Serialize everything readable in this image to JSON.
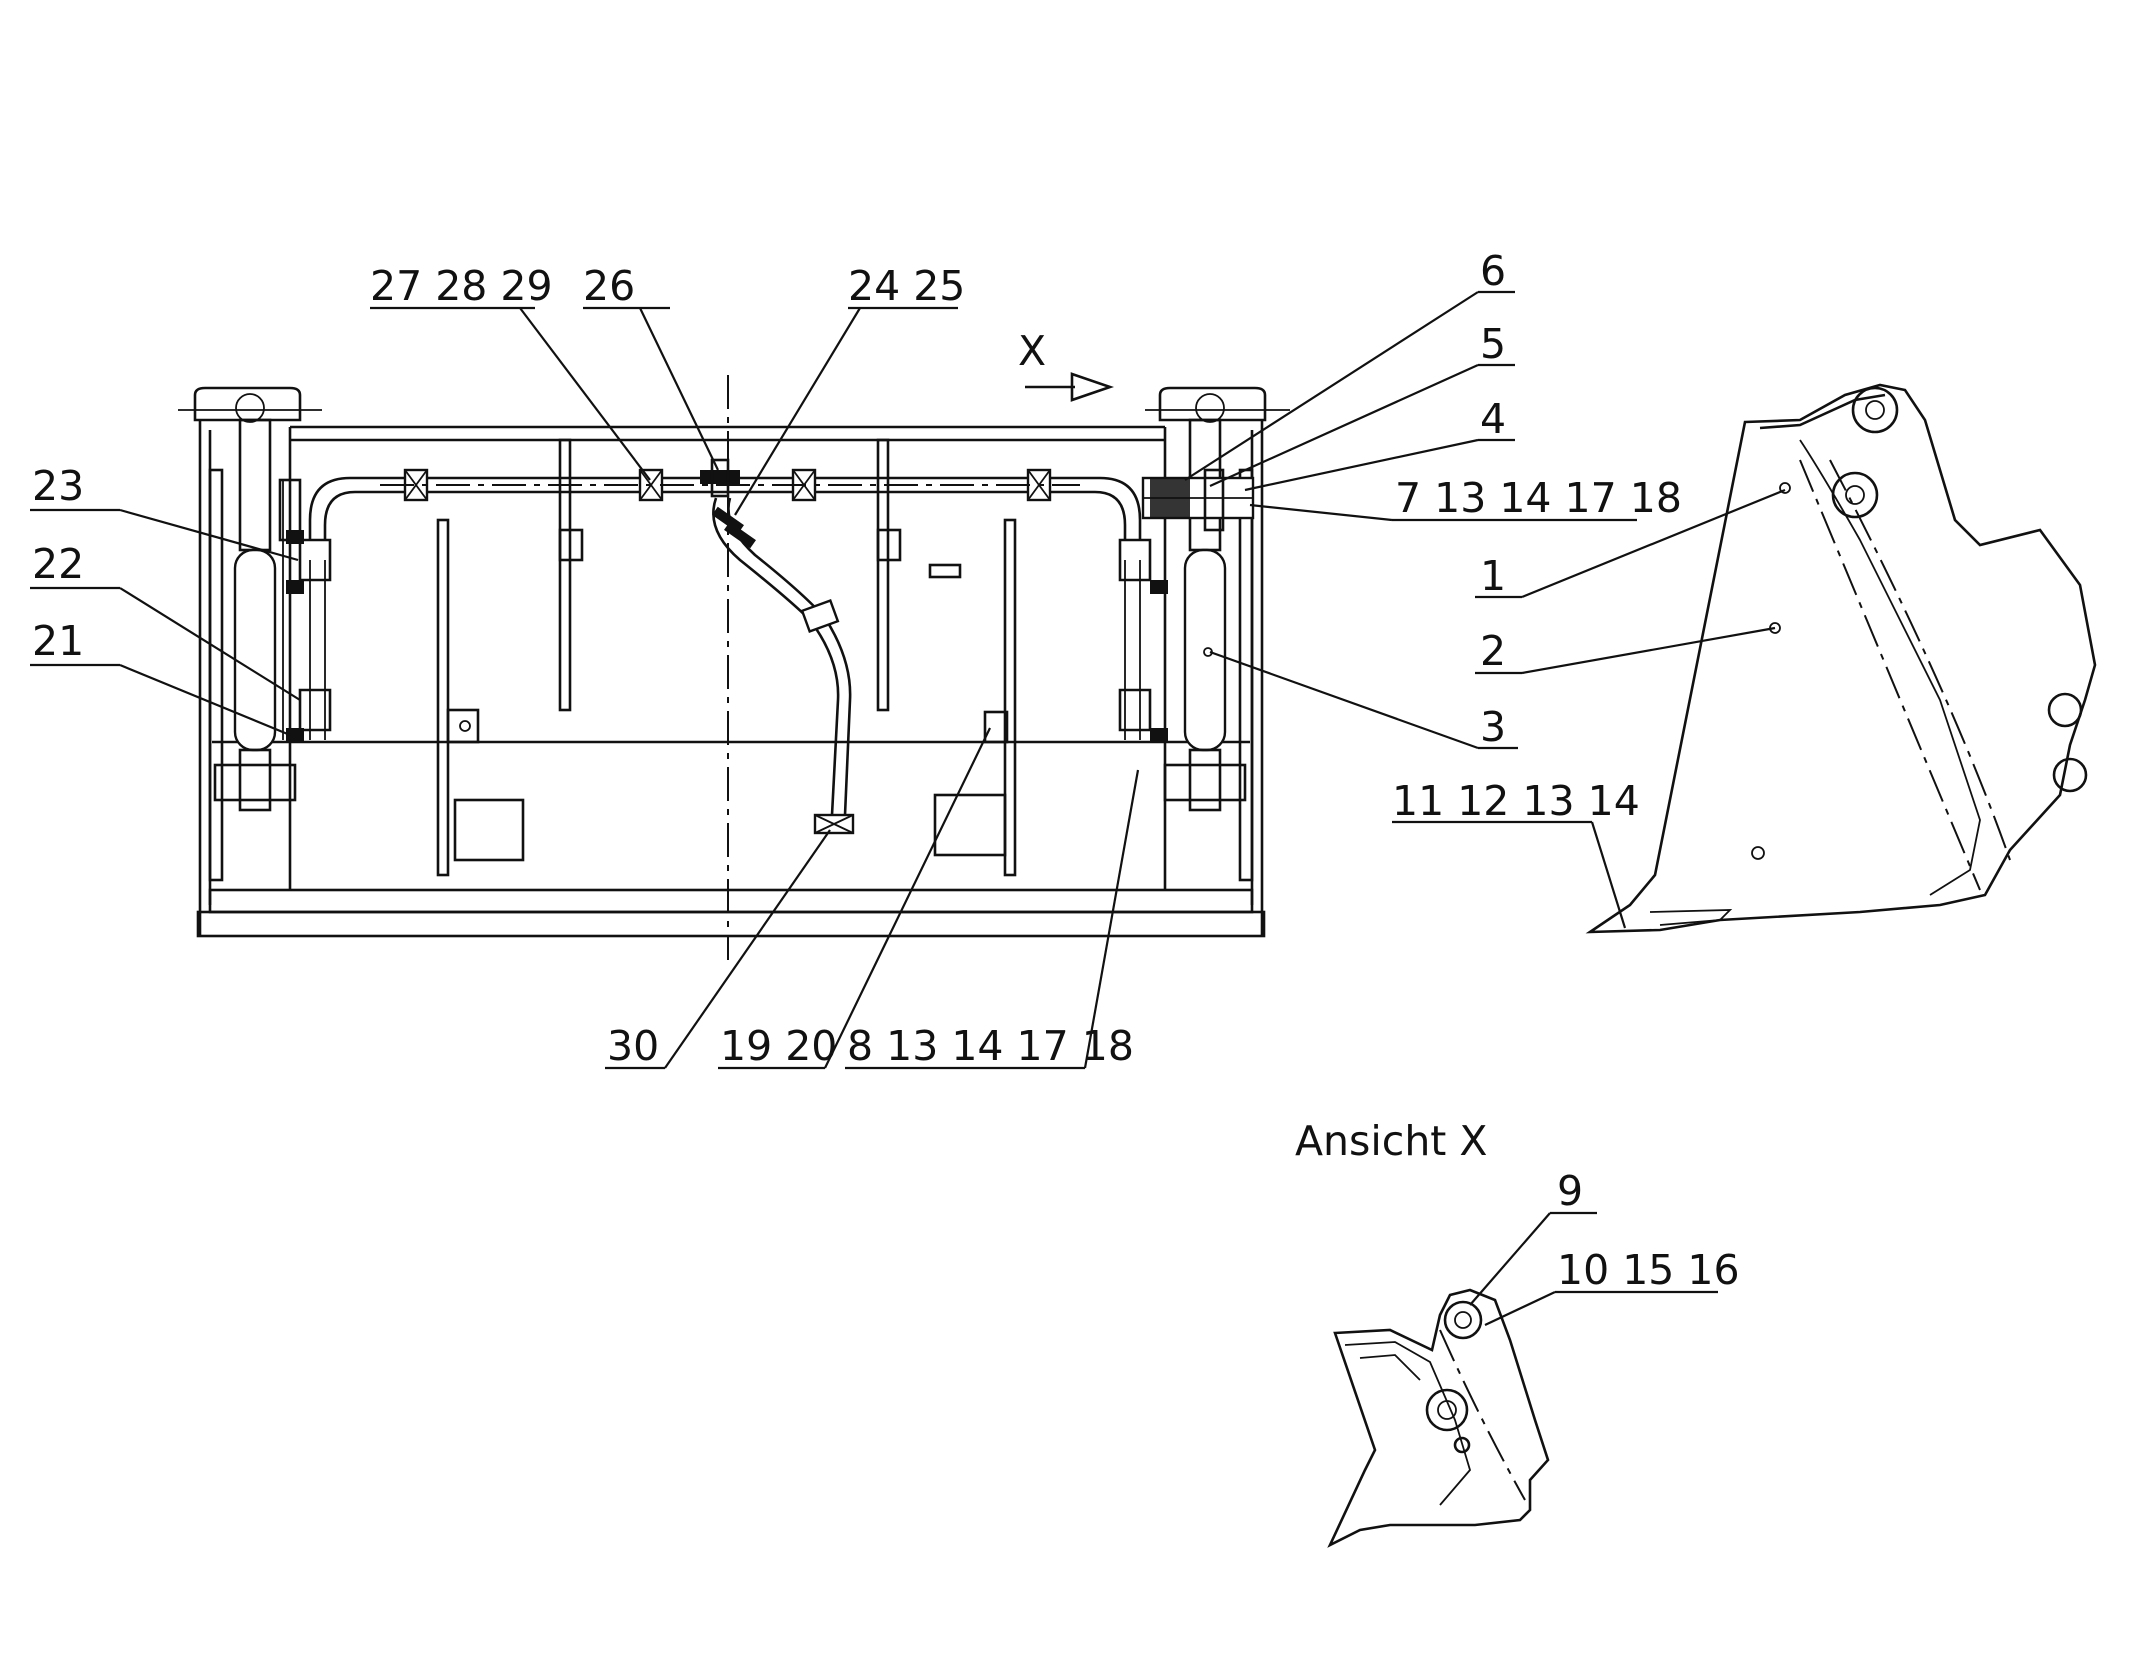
{
  "callouts": {
    "c_27_28_29": "27 28 29",
    "c_26": "26",
    "c_24_25": "24 25",
    "c_23": "23",
    "c_22": "22",
    "c_21": "21",
    "c_30": "30",
    "c_19_20": "19 20",
    "c_8_13_14_17_18": "8 13 14 17 18",
    "c_6": "6",
    "c_5": "5",
    "c_4": "4",
    "c_7_13_14_17_18": "7 13 14 17 18",
    "c_1": "1",
    "c_2": "2",
    "c_3": "3",
    "c_11_12_13_14": "11 12 13 14",
    "c_9": "9",
    "c_10_15_16": "10 15 16"
  },
  "view_arrow_label": "X",
  "view_title": "Ansicht X"
}
